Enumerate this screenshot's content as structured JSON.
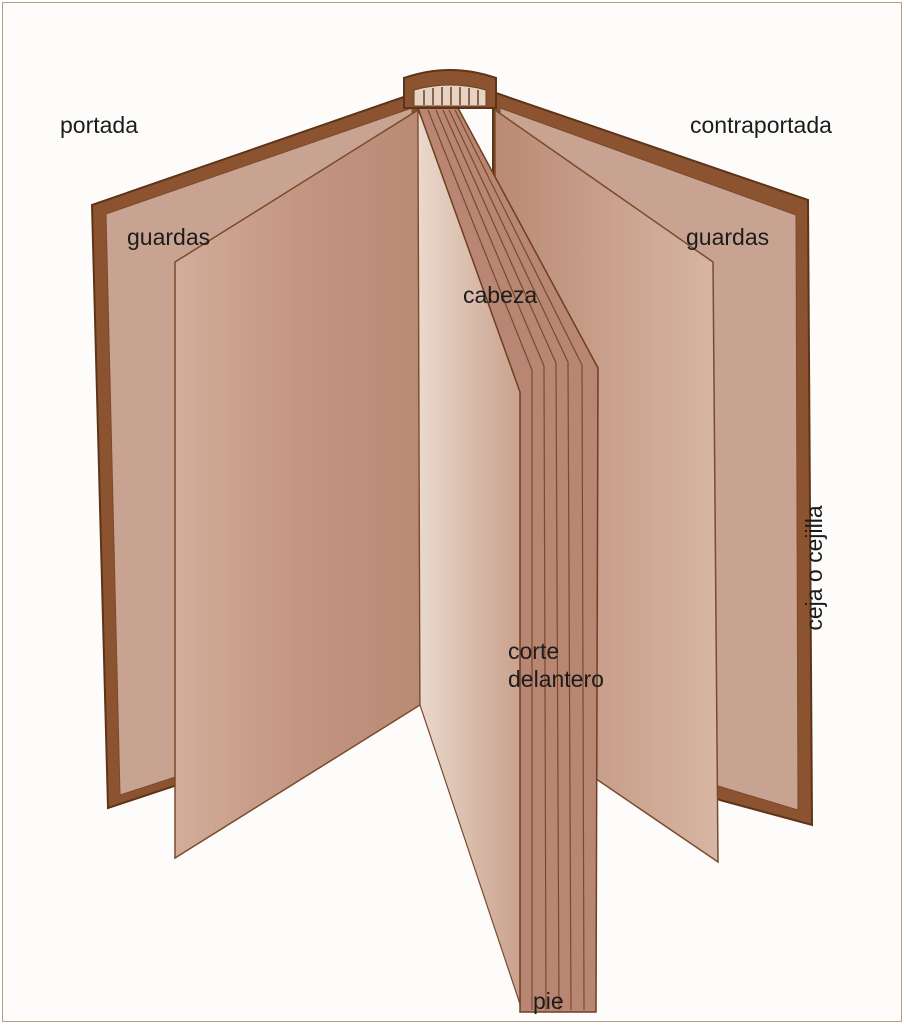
{
  "labels": {
    "portada": "portada",
    "contraportada": "contraportada",
    "guardas_left": "guardas",
    "guardas_right": "guardas",
    "cabeza": "cabeza",
    "corte_delantero": "corte\ndelantero",
    "ceja": "ceja o cejilla",
    "pie": "pie"
  },
  "colors": {
    "cover": "#8a5229",
    "cover_dark": "#6e3f1f",
    "page": "#c69b86",
    "page_light": "#e2cbbb",
    "paper": "#fdfcfa",
    "line": "#7b4a2c"
  }
}
